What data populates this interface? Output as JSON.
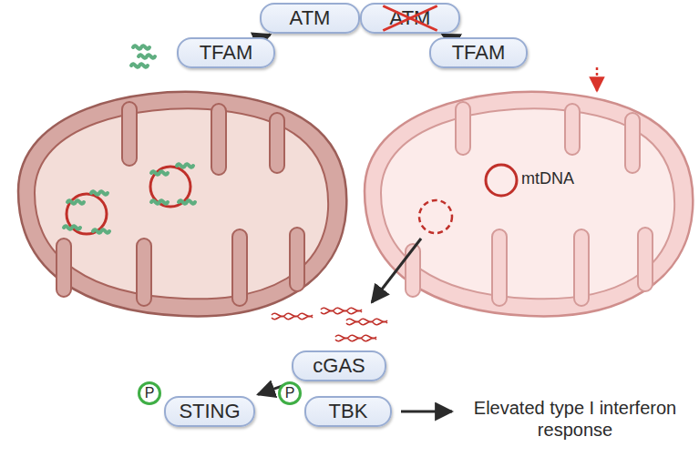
{
  "diagram": {
    "nodes": [
      {
        "text": [
          "ATM"
        ]
      },
      {
        "text": [
          "ATM"
        ]
      },
      {
        "text": [
          "TFAM"
        ]
      },
      {
        "text": [
          "TFAM"
        ]
      },
      {
        "text": [
          "cGAS"
        ]
      },
      {
        "text": [
          "P"
        ]
      },
      {
        "text": [
          "STING"
        ]
      },
      {
        "text": [
          "P"
        ]
      },
      {
        "text": [
          "TBK"
        ]
      }
    ],
    "edges": [
      {
        "from": 0,
        "to": 2,
        "arrow": "to"
      },
      {
        "from": 1,
        "to": 3,
        "arrow": "to"
      },
      {
        "from": 4,
        "to": 6,
        "arrow": "to"
      }
    ],
    "labels": [
      "mtDNA",
      "Elevated type I interferon response"
    ]
  }
}
